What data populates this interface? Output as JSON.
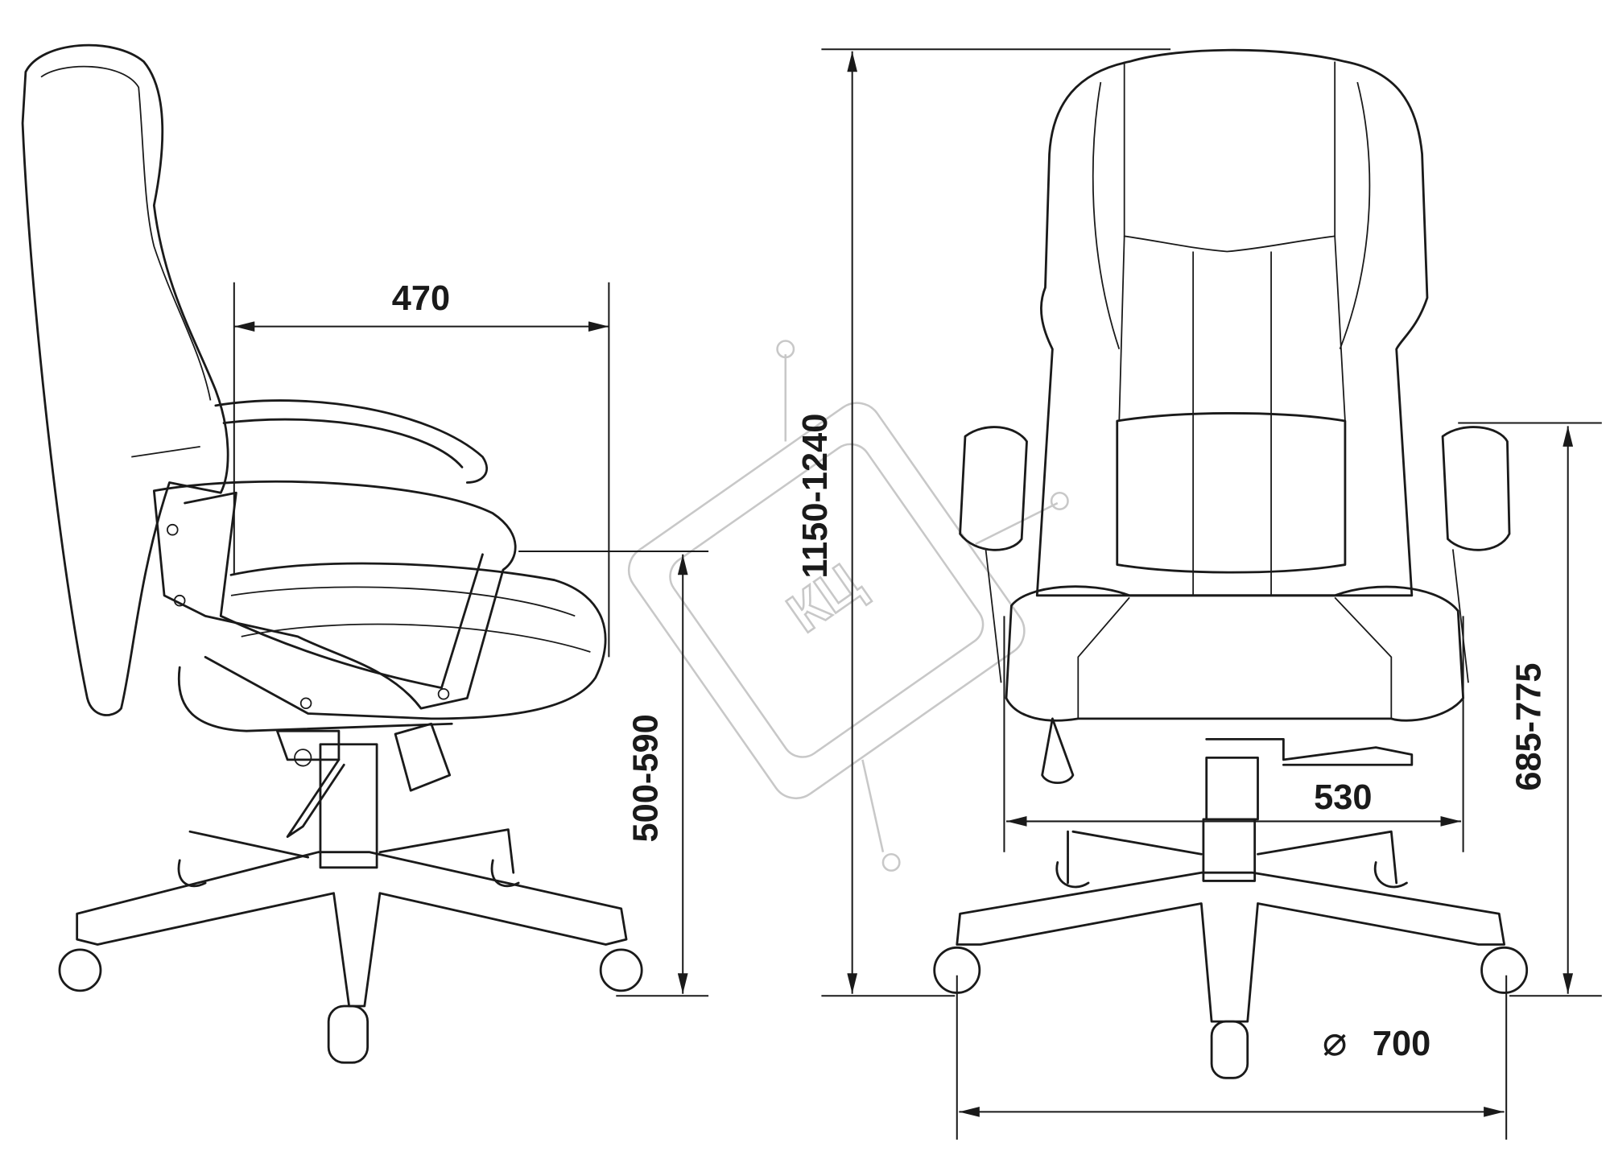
{
  "title": "Office chair dimension drawing",
  "dimensions": {
    "seat_depth": "470",
    "seat_height": "500-590",
    "total_height": "1150-1240",
    "armrest_height": "685-775",
    "seat_width": "530",
    "diameter_symbol": "⌀",
    "base_diameter": "700"
  },
  "watermark": {
    "text": "КЦ",
    "color": "#c8c8c8"
  },
  "colors": {
    "line": "#1a1a1a",
    "background": "#ffffff"
  }
}
